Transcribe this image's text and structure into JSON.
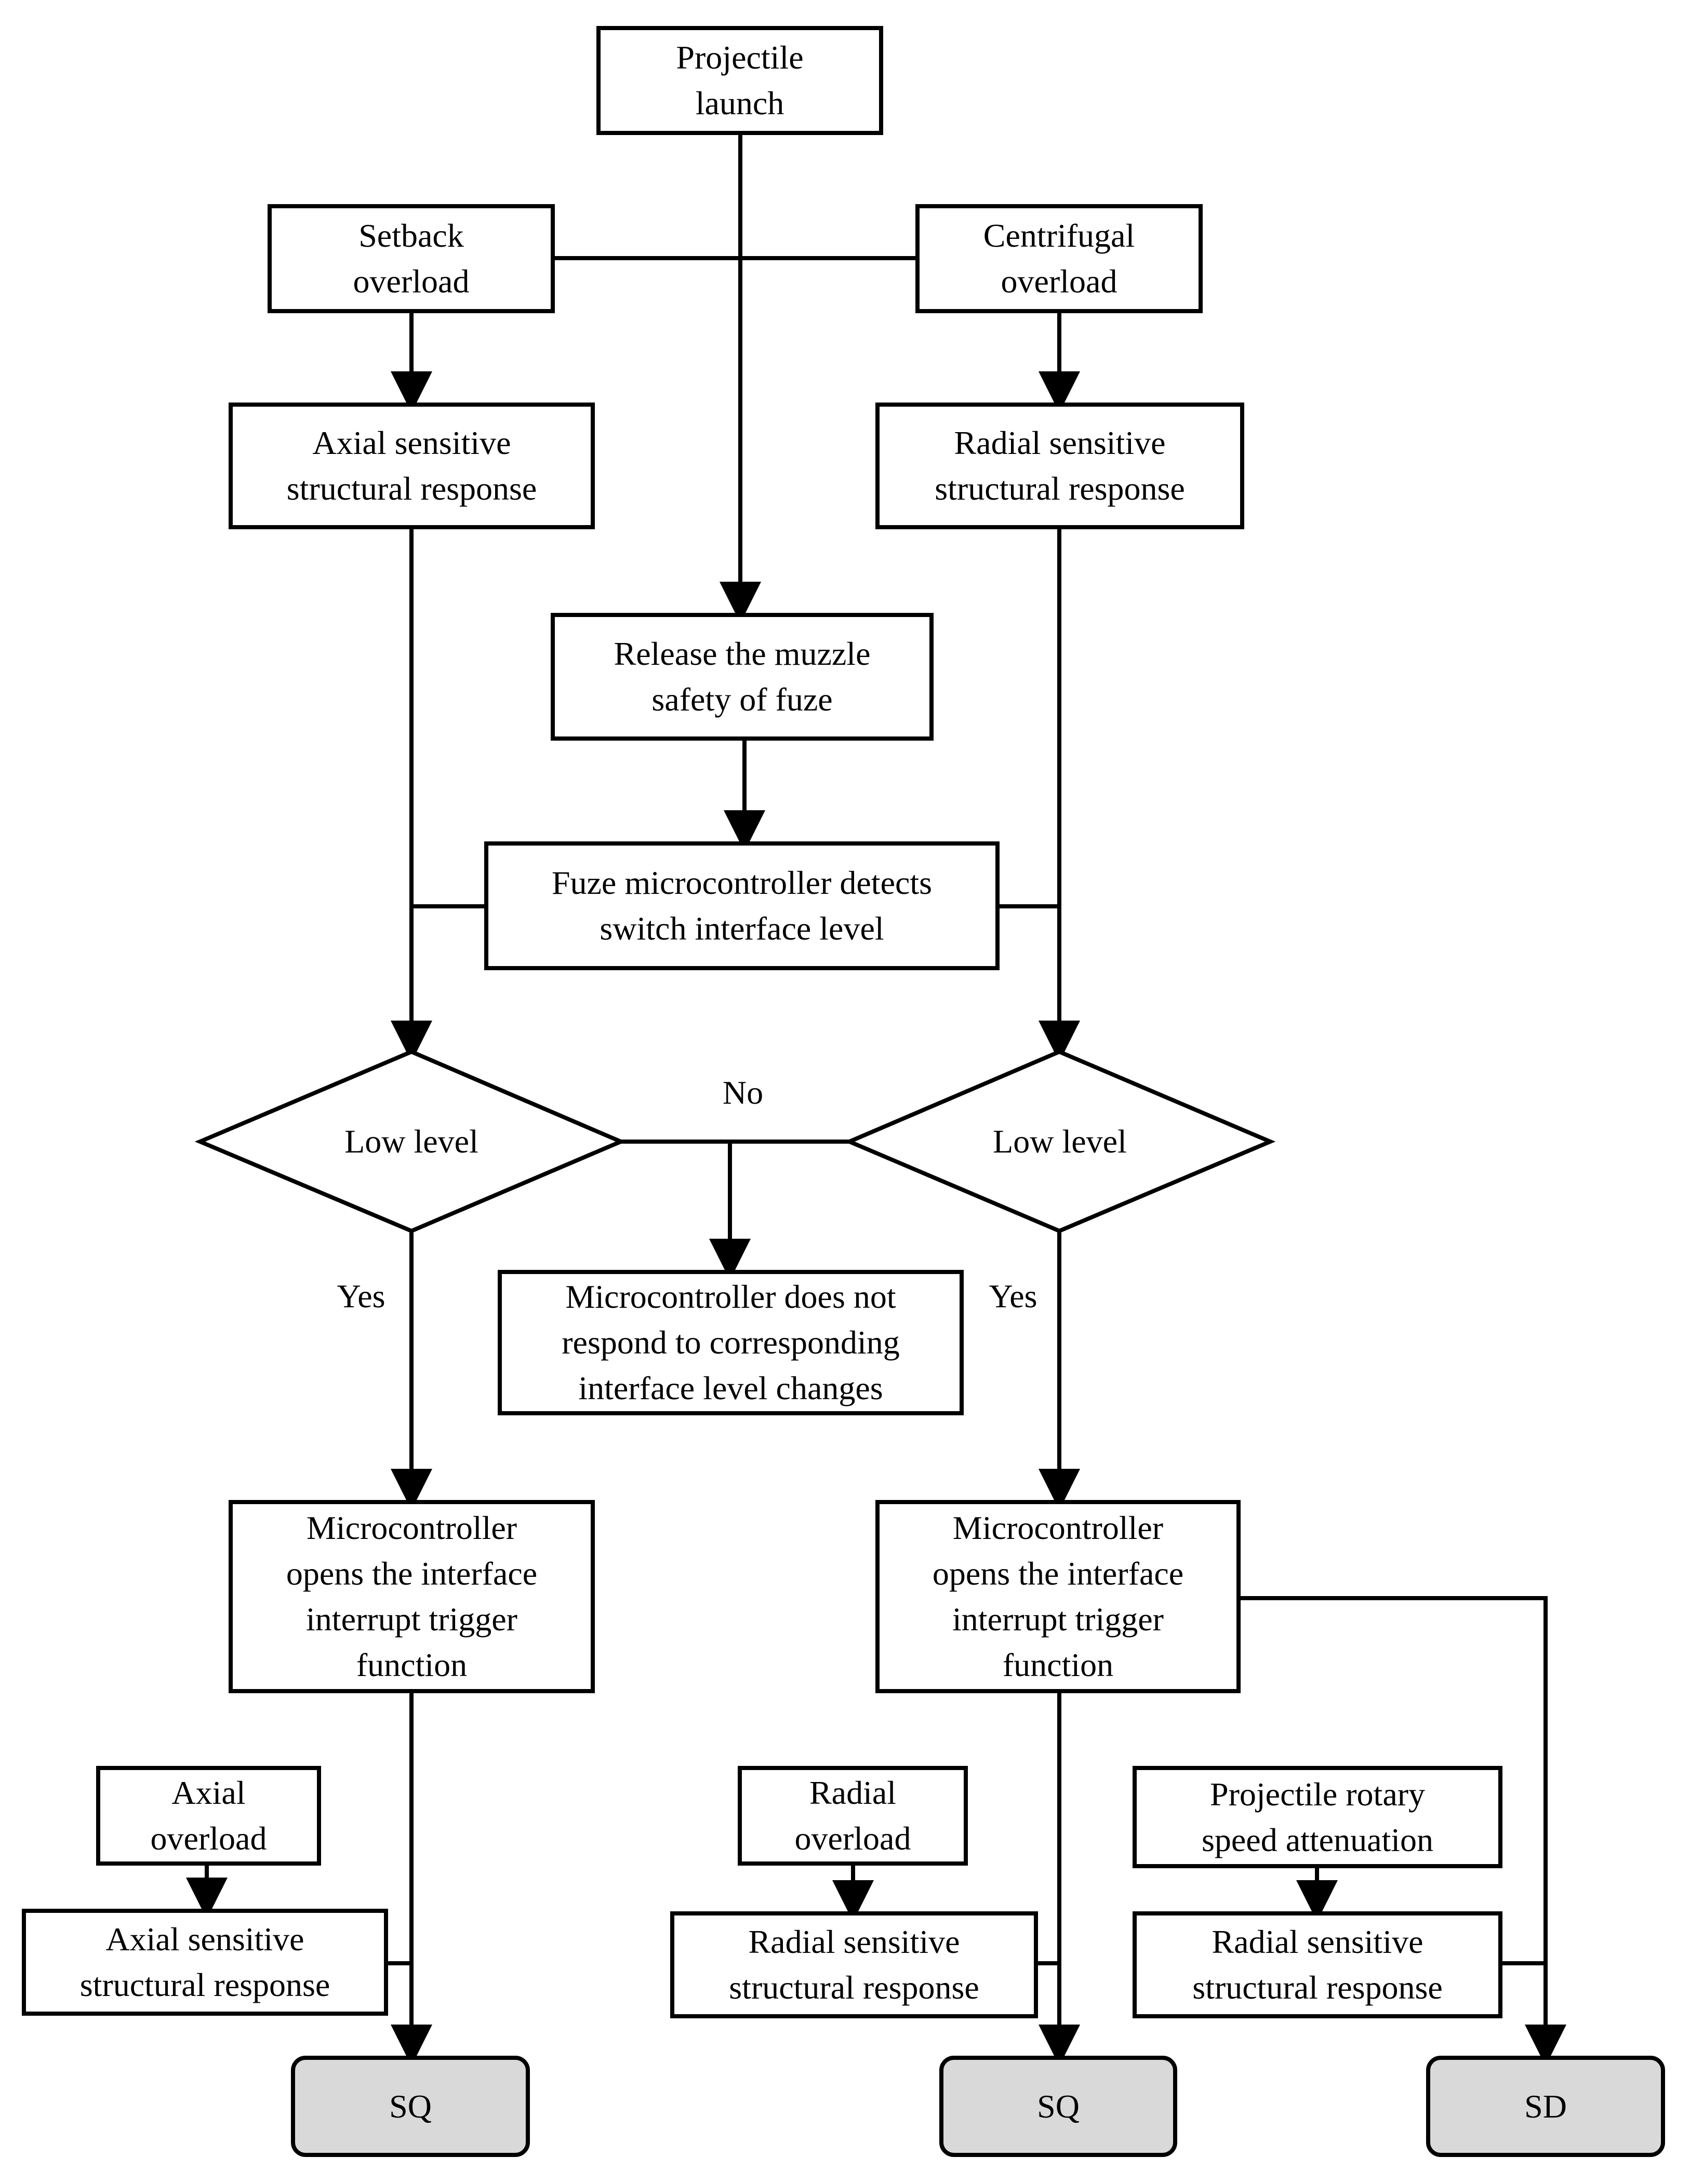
{
  "nodes": {
    "projectile_launch": [
      "Projectile",
      "launch"
    ],
    "setback_overload": [
      "Setback",
      "overload"
    ],
    "centrifugal_overload": [
      "Centrifugal",
      "overload"
    ],
    "axial_response_top": [
      "Axial sensitive",
      "structural response"
    ],
    "radial_response_top": [
      "Radial sensitive",
      "structural response"
    ],
    "release_muzzle_safety": [
      "Release the muzzle",
      "safety of fuze"
    ],
    "fuze_detects": [
      "Fuze microcontroller detects",
      "switch interface level"
    ],
    "low_level_left": "Low level",
    "low_level_right": "Low level",
    "no_response": [
      "Microcontroller does not",
      "respond to corresponding",
      "interface level changes"
    ],
    "mc_opens_left": [
      "Microcontroller",
      "opens the interface",
      "interrupt trigger",
      "function"
    ],
    "mc_opens_right": [
      "Microcontroller",
      "opens the interface",
      "interrupt trigger",
      "function"
    ],
    "axial_overload": [
      "Axial",
      "overload"
    ],
    "axial_response_bottom": [
      "Axial sensitive",
      "structural response"
    ],
    "radial_overload": [
      "Radial",
      "overload"
    ],
    "radial_response_bottom_mid": [
      "Radial sensitive",
      "structural response"
    ],
    "rotary_speed_attenuation": [
      "Projectile rotary",
      "speed attenuation"
    ],
    "radial_response_bottom_right": [
      "Radial sensitive",
      "structural response"
    ],
    "sq_left": "SQ",
    "sq_right": "SQ",
    "sd": "SD"
  },
  "edge_labels": {
    "no": "No",
    "yes_left": "Yes",
    "yes_right": "Yes"
  },
  "colors": {
    "stroke": "#000000",
    "terminal_fill": "#d9d9d9",
    "box_fill": "#ffffff"
  }
}
